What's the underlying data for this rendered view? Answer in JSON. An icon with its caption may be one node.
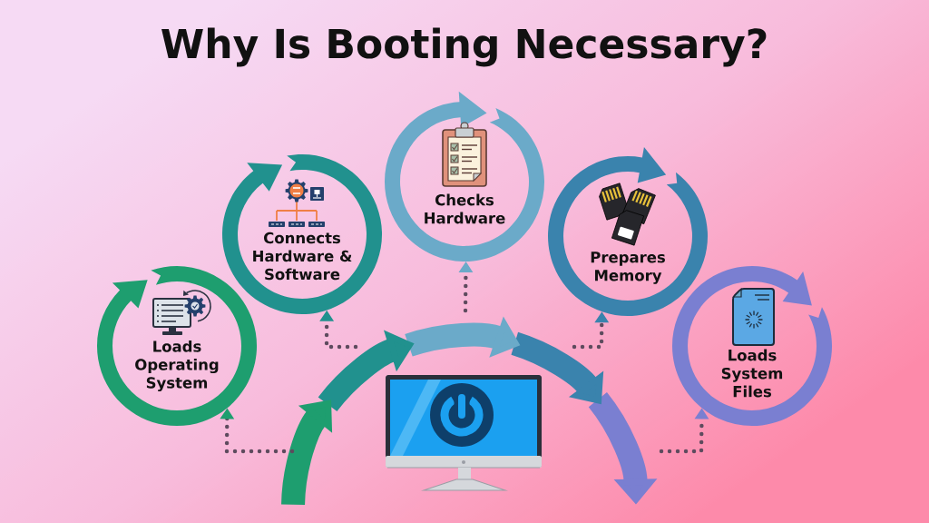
{
  "diagram": {
    "title": "Why Is Booting Necessary?",
    "nodes": [
      {
        "text": [
          "Loads Operating System"
        ]
      },
      {
        "text": [
          "Connects Hardware & Software"
        ]
      },
      {
        "text": [
          "Checks Hardware"
        ]
      },
      {
        "text": [
          "Prepares Memory"
        ]
      },
      {
        "text": [
          "Loads System Files"
        ]
      }
    ],
    "edges": [
      {
        "from": null,
        "to": 0,
        "arrow": "to",
        "style": "dashed"
      },
      {
        "from": null,
        "to": 1,
        "arrow": "to",
        "style": "dashed"
      },
      {
        "from": null,
        "to": 2,
        "arrow": "to",
        "style": "dashed"
      },
      {
        "from": null,
        "to": 3,
        "arrow": "to",
        "style": "dashed"
      },
      {
        "from": null,
        "to": 4,
        "arrow": "to",
        "style": "dashed"
      }
    ]
  }
}
